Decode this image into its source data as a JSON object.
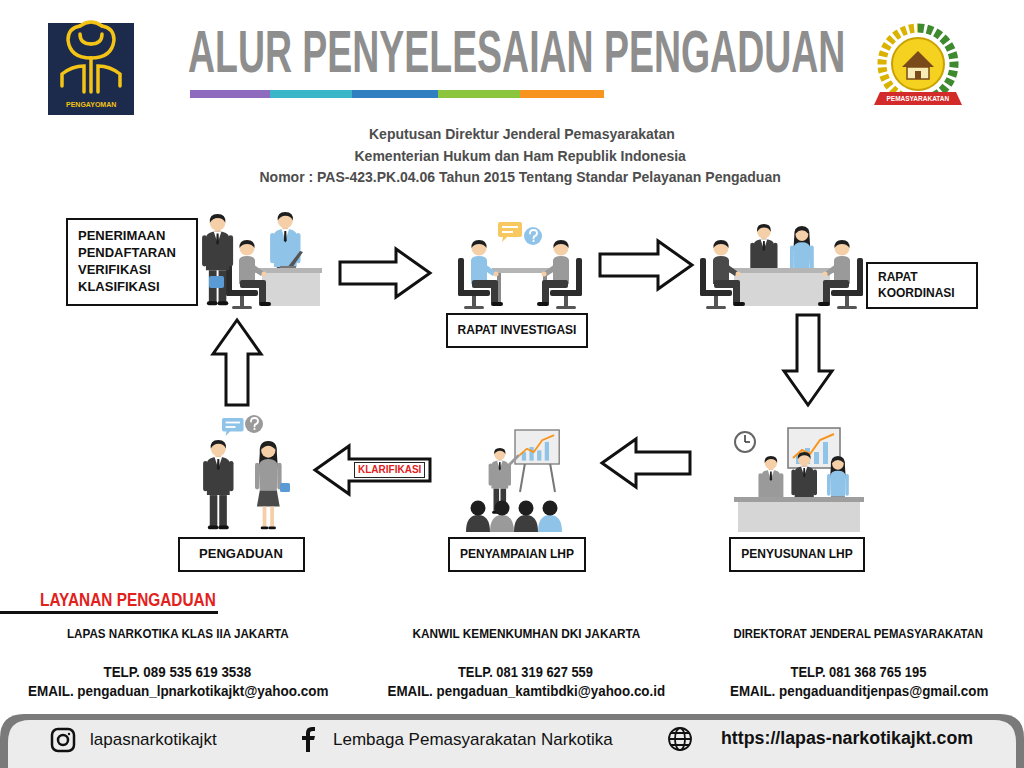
{
  "diagram": {
    "title": "ALUR PENYELESAIAN PENGADUAN",
    "nodes": [
      {
        "text": [
          "PENERIMAAN PENDAFTARAN VERIFIKASI KLASIFIKASI"
        ]
      },
      {
        "text": [
          "RAPAT INVESTIGASI"
        ]
      },
      {
        "text": [
          "RAPAT KOORDINASI"
        ]
      },
      {
        "text": [
          "PENGADUAN"
        ]
      },
      {
        "text": [
          "PENYAMPAIAN LHP"
        ]
      },
      {
        "text": [
          "PENYUSUNAN LHP"
        ]
      }
    ],
    "edges": [
      {
        "from": 0,
        "to": 1,
        "arrow": "to"
      },
      {
        "from": 1,
        "to": 2,
        "arrow": "to"
      },
      {
        "from": 2,
        "to": 5,
        "arrow": "to"
      },
      {
        "from": 5,
        "to": 4,
        "arrow": "to"
      },
      {
        "from": 4,
        "to": 3,
        "label": "KLARIFIKASI",
        "arrow": "to"
      },
      {
        "from": 3,
        "to": 0,
        "arrow": "to"
      }
    ],
    "labels": [
      "PENGAYOMAN",
      "PEMASYARAKATAN",
      "Keputusan Direktur Jenderal Pemasyarakatan",
      "Kementerian Hukum dan Ham Republik Indonesia",
      "Nomor : PAS-423.PK.04.06 Tahun 2015 Tentang Standar Pelayanan Pengaduan",
      "LAYANAN PENGADUAN",
      "LAPAS NARKOTIKA KLAS IIA JAKARTA",
      "KANWIL KEMENKUMHAN DKI JAKARTA",
      "DIREKTORAT JENDERAL PEMASYARAKATAN",
      "TELP. 089 535 619 3538",
      "EMAIL. pengaduan_lpnarkotikajkt@yahoo.com",
      "TELP. 081 319 627 559",
      "EMAIL. pengaduan_kamtibdki@yahoo.co.id",
      "TELP. 081 368 765 195",
      "EMAIL. pengaduanditjenpas@gmail.com",
      "lapasnarkotikajkt",
      "Lembaga Pemasyarakatan Narkotika",
      "https://lapas-narkotikajkt.com"
    ]
  }
}
